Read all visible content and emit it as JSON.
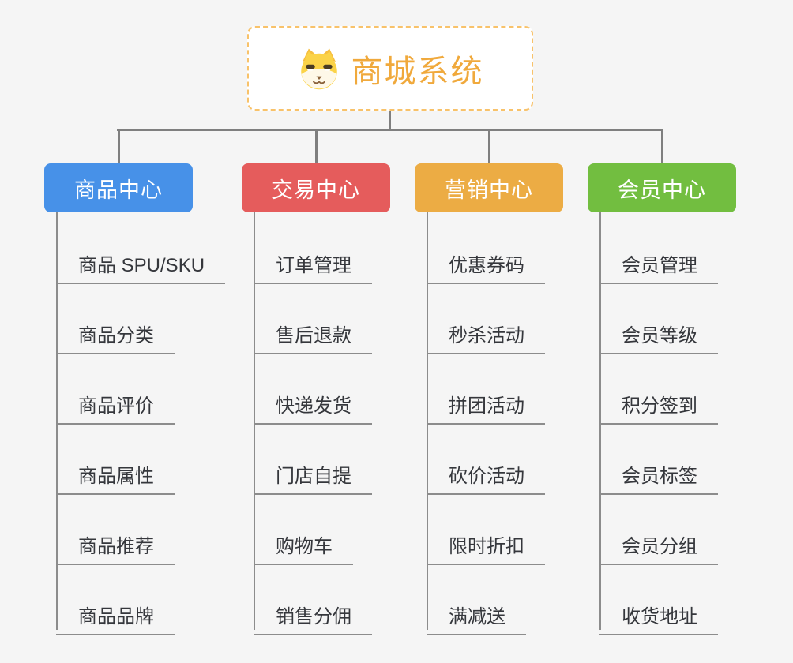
{
  "background_color": "#F5F5F5",
  "connector_color": "#7F7F7F",
  "underline_color": "#8C8C8C",
  "root": {
    "label": "商城系统",
    "icon": "dog-face-icon",
    "text_color": "#F0A93C",
    "border_color": "#F8C26A",
    "background": "#FFFFFF"
  },
  "branches": [
    {
      "label": "商品中心",
      "color": "#4791E8",
      "children": [
        "商品 SPU/SKU",
        "商品分类",
        "商品评价",
        "商品属性",
        "商品推荐",
        "商品品牌"
      ]
    },
    {
      "label": "交易中心",
      "color": "#E55C5C",
      "children": [
        "订单管理",
        "售后退款",
        "快递发货",
        "门店自提",
        "购物车",
        "销售分佣"
      ]
    },
    {
      "label": "营销中心",
      "color": "#ECAC44",
      "children": [
        "优惠券码",
        "秒杀活动",
        "拼团活动",
        "砍价活动",
        "限时折扣",
        "满减送"
      ]
    },
    {
      "label": "会员中心",
      "color": "#72BE40",
      "children": [
        "会员管理",
        "会员等级",
        "积分签到",
        "会员标签",
        "会员分组",
        "收货地址"
      ]
    }
  ]
}
